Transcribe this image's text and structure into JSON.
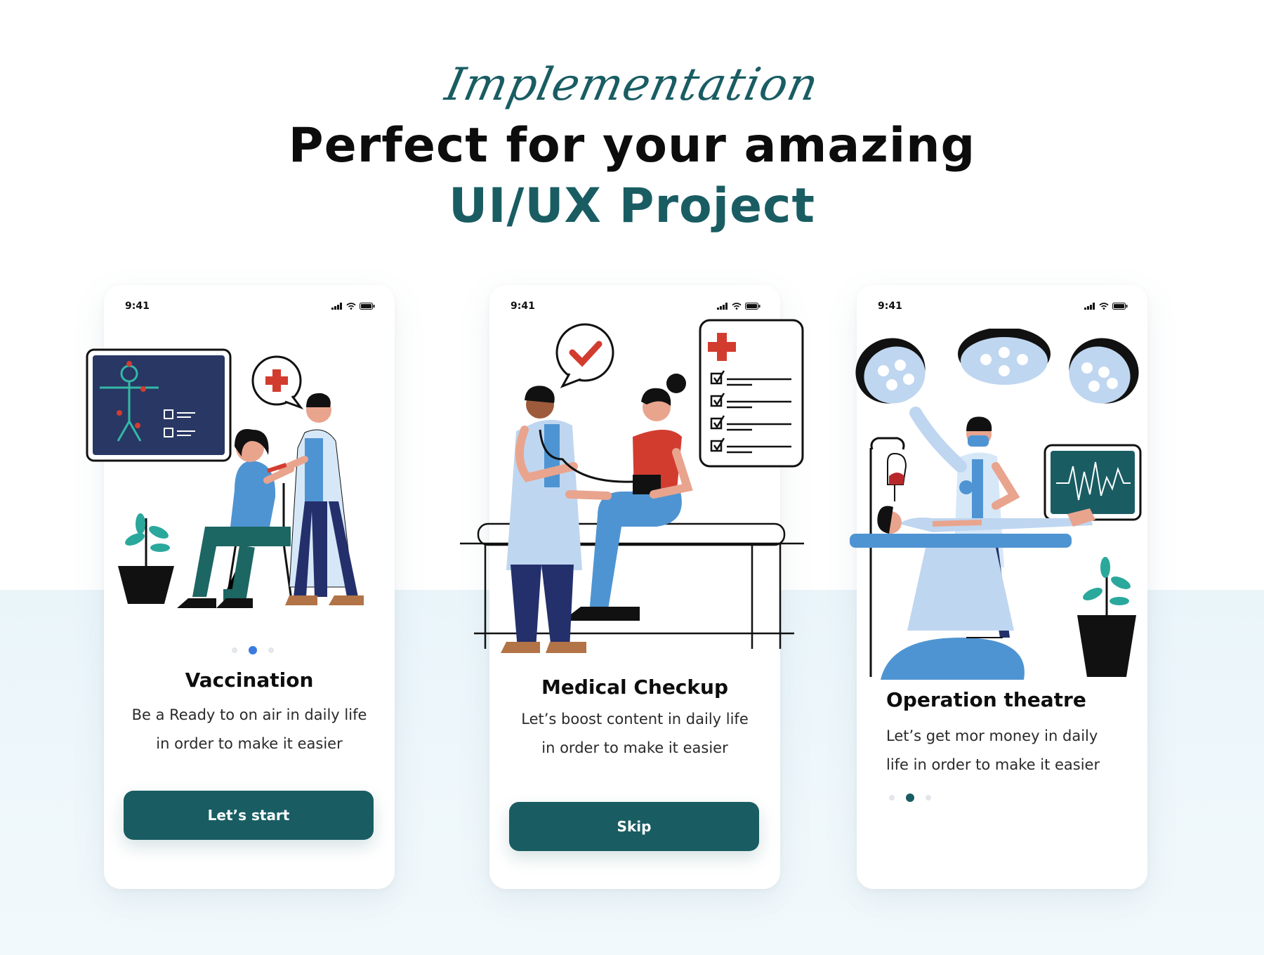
{
  "header": {
    "script_text": "Implementation",
    "title_line1": "Perfect for your amazing",
    "title_line2": "UI/UX Project"
  },
  "colors": {
    "primary": "#195d63",
    "dot_blue": "#3b7be0",
    "dot_teal": "#195d63",
    "dot_inactive": "#e3e6ea",
    "background_band": "#eaf5fa"
  },
  "screens": [
    {
      "status_time": "9:41",
      "status_icons": [
        "signal-icon",
        "wifi-icon",
        "battery-icon"
      ],
      "title": "Vaccination",
      "body_line1": "Be a Ready to on air in daily life",
      "body_line2": "in order to make it easier",
      "button_label": "Let’s start",
      "pager": {
        "count": 3,
        "active": 2
      }
    },
    {
      "status_time": "9:41",
      "status_icons": [
        "signal-icon",
        "wifi-icon",
        "battery-icon"
      ],
      "title": "Medical Checkup",
      "body_line1": "Let’s boost content in daily life",
      "body_line2": "in order to make it easier",
      "button_label": "Skip"
    },
    {
      "status_time": "9:41",
      "status_icons": [
        "signal-icon",
        "wifi-icon",
        "battery-icon"
      ],
      "title": "Operation theatre",
      "body_line1": "Let’s get mor money in daily",
      "body_line2": "life in order to make it easier",
      "pager": {
        "count": 3,
        "active": 2
      }
    }
  ]
}
